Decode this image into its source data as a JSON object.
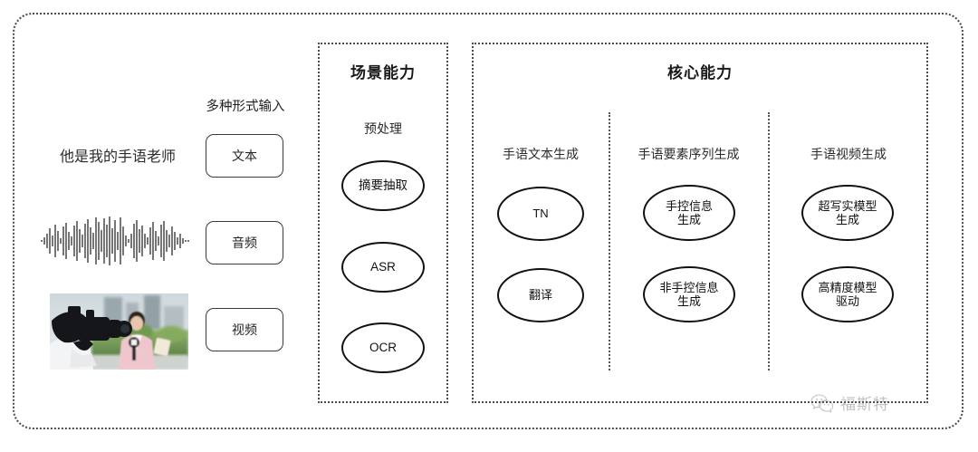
{
  "diagram": {
    "title_hidden": "",
    "input_section": {
      "caption": "多种形式输入",
      "sample_sentence": "他是我的手语老师",
      "modalities": [
        {
          "label": "文本",
          "icon": "text-icon"
        },
        {
          "label": "音频",
          "icon": "audio-waveform-icon"
        },
        {
          "label": "视频",
          "icon": "video-thumbnail-icon"
        }
      ],
      "media": {
        "waveform_name": "audio-waveform",
        "thumbnail_name": "video-thumbnail"
      }
    },
    "scene_panel": {
      "title": "场景能力",
      "group_label": "预处理",
      "nodes": [
        "摘要抽取",
        "ASR",
        "OCR"
      ]
    },
    "core_panel": {
      "title": "核心能力",
      "columns": [
        {
          "label": "手语文本生成",
          "nodes": [
            "TN",
            "翻译"
          ]
        },
        {
          "label": "手语要素序列生成",
          "nodes": [
            "手控信息\n生成",
            "非手控信息\n生成"
          ]
        },
        {
          "label": "手语视频生成",
          "nodes": [
            "超写实模型\n生成",
            "高精度模型\n驱动"
          ]
        }
      ]
    },
    "watermark": {
      "text": "福斯特",
      "icon": "wechat-icon"
    },
    "colors": {
      "frame_dotted": "#4a4a4a",
      "node_stroke": "#111111",
      "text": "#1a1a1a",
      "background": "#ffffff"
    }
  }
}
